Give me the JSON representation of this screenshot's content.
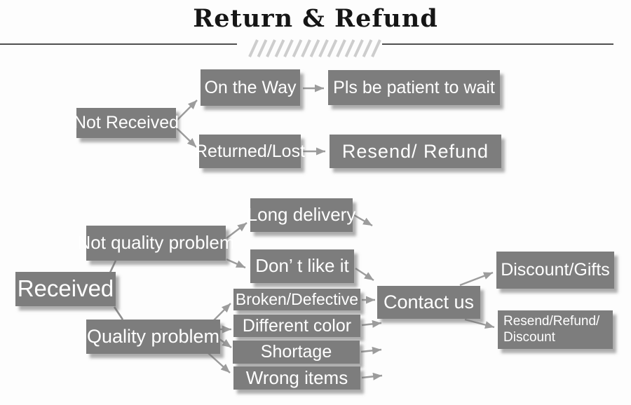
{
  "title": "Return & Refund",
  "colors": {
    "box": "#7d7d7d",
    "text": "#ffffff",
    "arrow": "#9c9c9c",
    "rule": "#4f4f4f",
    "hatch": "#cdcdcd",
    "title": "#161616"
  },
  "nodes": {
    "not_received": "Not Received",
    "on_the_way": "On the Way",
    "pls_wait": "Pls be patient to wait",
    "returned_lost": "Returned/Lost",
    "resend_refund": "Resend/ Refund",
    "received": "Received",
    "not_quality_problem": "Not quality problem",
    "quality_problem": "Quality problem",
    "long_delivery": "Long delivery",
    "dont_like_it": "Don’ t like it",
    "broken_defective": "Broken/Defective",
    "different_color": "Different color",
    "shortage": "Shortage",
    "wrong_items": "Wrong items",
    "contact_us": "Contact us",
    "discount_gifts": "Discount/Gifts",
    "resend_refund_discount": "Resend/Refund/\nDiscount"
  }
}
